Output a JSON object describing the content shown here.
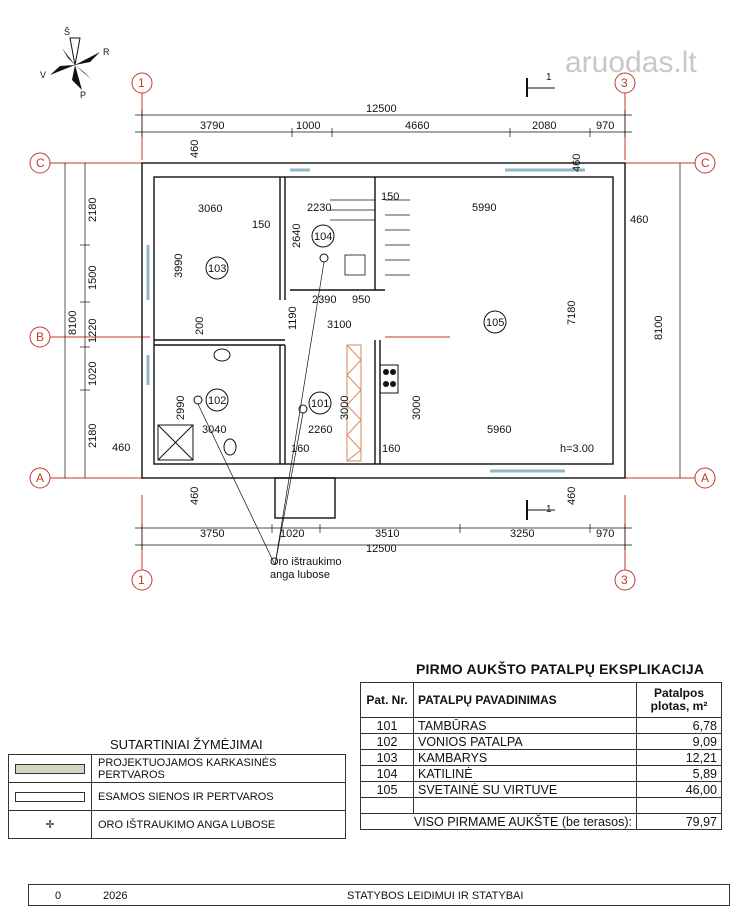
{
  "watermark": "aruodas.lt",
  "compass": {
    "n": "Š",
    "e": "R",
    "s": "P",
    "w": "V"
  },
  "axes": {
    "one": "1",
    "three": "3",
    "a": "A",
    "b": "B",
    "c": "C"
  },
  "section_marker": "1",
  "dims": {
    "top_total": "12500",
    "top_parts": [
      "3790",
      "1000",
      "4660",
      "2080",
      "970"
    ],
    "bottom_total": "12500",
    "bottom_parts": [
      "3750",
      "1020",
      "3510",
      "3250",
      "970"
    ],
    "left_parts": [
      "2180",
      "1500",
      "1220",
      "1020",
      "2180"
    ],
    "left_total": "8100",
    "right_total": "8100",
    "wall_460": "460",
    "r103_w": "3060",
    "r103_h": "3990",
    "r104_w": "2230",
    "r104_h": "2640",
    "r104_b": "2390",
    "r104_c": "950",
    "r105_w": "5990",
    "r105_h": "7180",
    "r105_b": "5960",
    "r101_w": "3100",
    "r101_b": "2260",
    "r101_h": "3000",
    "r102_w": "3040",
    "r102_h": "2990",
    "d150": "150",
    "d200": "200",
    "d1190": "1190",
    "d160": "160",
    "k3000": "3000",
    "h": "h=3.00"
  },
  "rooms": [
    "103",
    "104",
    "105",
    "101",
    "102"
  ],
  "callout": {
    "line1": "Oro ištraukimo",
    "line2": "anga lubose"
  },
  "explication": {
    "title": "PIRMO AUKŠTO PATALPŲ EKSPLIKACIJA",
    "head_nr": "Pat. Nr.",
    "head_name": "PATALPŲ PAVADINIMAS",
    "head_area": "Patalpos plotas, m²",
    "rows": [
      {
        "nr": "101",
        "name": "TAMBŪRAS",
        "area": "6,78"
      },
      {
        "nr": "102",
        "name": "VONIOS PATALPA",
        "area": "9,09"
      },
      {
        "nr": "103",
        "name": "KAMBARYS",
        "area": "12,21"
      },
      {
        "nr": "104",
        "name": "KATILINĖ",
        "area": "5,89"
      },
      {
        "nr": "105",
        "name": "SVETAINĖ SU VIRTUVE",
        "area": "46,00"
      }
    ],
    "total_label": "VISO PIRMAME AUKŠTE (be terasos):",
    "total_area": "79,97"
  },
  "legend": {
    "title": "SUTARTINIAI ŽYMĖJIMAI",
    "items": [
      "PROJEKTUOJAMOS KARKASINĖS PERTVAROS",
      "ESAMOS SIENOS IR PERTVAROS",
      "ORO IŠTRAUKIMO ANGA LUBOSE"
    ]
  },
  "footer": {
    "c1": "0",
    "c2": "2026",
    "c3": "STATYBOS LEIDIMUI IR STATYBAI"
  },
  "colors": {
    "walls": "#111111",
    "axis": "#c0392b",
    "partition": "#d98a5a",
    "window": "#8fb6c9",
    "watermark": "#c8c8c8"
  }
}
